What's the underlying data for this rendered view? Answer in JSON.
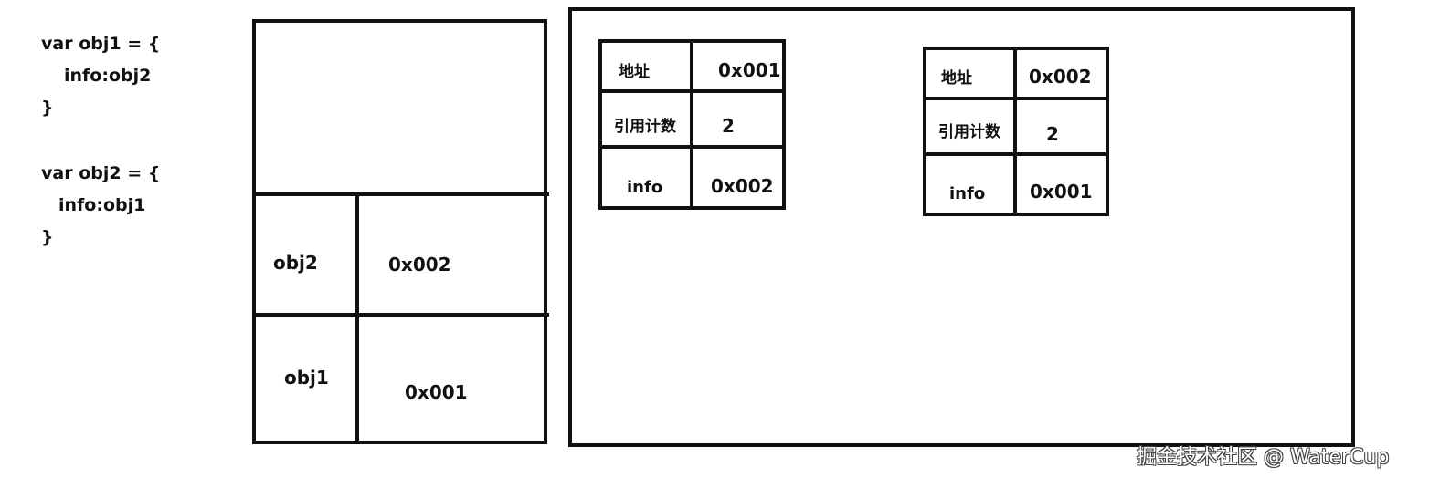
{
  "code": {
    "lines": [
      "var obj1 = {",
      "info:obj2",
      "}",
      "var obj2 = {",
      "info:obj1",
      "}"
    ]
  },
  "stack": {
    "rows": [
      {
        "name": "obj2",
        "address": "0x002"
      },
      {
        "name": "obj1",
        "address": "0x001"
      }
    ]
  },
  "heap": {
    "objects": [
      {
        "address_label": "地址",
        "address_value": "0x001",
        "refcount_label": "引用计数",
        "refcount_value": "2",
        "info_label": "info",
        "info_value": "0x002"
      },
      {
        "address_label": "地址",
        "address_value": "0x002",
        "refcount_label": "引用计数",
        "refcount_value": "2",
        "info_label": "info",
        "info_value": "0x001"
      }
    ]
  },
  "watermark": "掘金技术社区 @ WaterCup"
}
